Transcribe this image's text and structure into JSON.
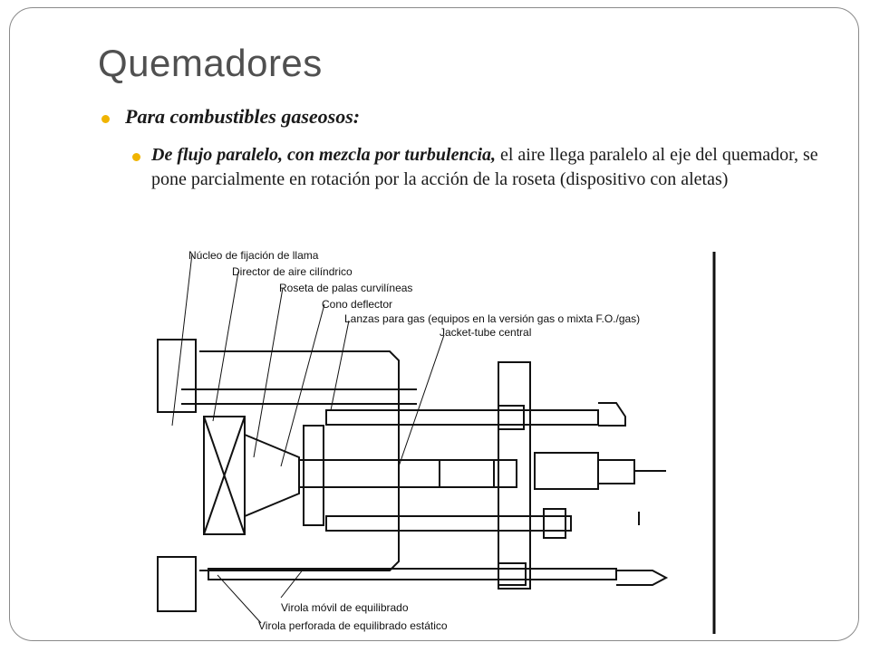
{
  "slide": {
    "title": "Quemadores",
    "bullet1": "Para combustibles gaseosos:",
    "bullet2_emphasis": "De flujo paralelo, con mezcla por turbulencia,",
    "bullet2_text": " el aire llega paralelo al eje del quemador, se pone parcialmente en rotación por la acción de la roseta (dispositivo con aletas)"
  },
  "diagram": {
    "labels": [
      "Núcleo de fijación de llama",
      "Director de aire cilíndrico",
      "Roseta de palas curvilíneas",
      "Cono deflector",
      "Lanzas para gas (equipos en la versión gas o mixta F.O./gas)",
      "Jacket-tube central",
      "Virola móvil de equilibrado",
      "Virola perforada de equilibrado estático"
    ]
  },
  "colors": {
    "bullet": "#f0b400",
    "title": "#505050",
    "frame": "#8a8a8a"
  }
}
